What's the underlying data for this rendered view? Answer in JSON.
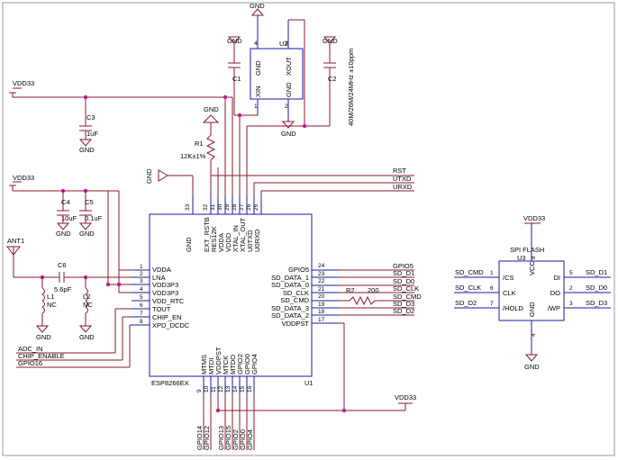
{
  "chip": {
    "name": "ESP8266EX",
    "ref": "U1",
    "left_pins": [
      {
        "num": "1",
        "name": "VDDA"
      },
      {
        "num": "2",
        "name": "LNA"
      },
      {
        "num": "3",
        "name": "VDD3P3"
      },
      {
        "num": "4",
        "name": "VDD3P3"
      },
      {
        "num": "5",
        "name": "VDD_RTC"
      },
      {
        "num": "6",
        "name": "TOUT"
      },
      {
        "num": "7",
        "name": "CHIP_EN"
      },
      {
        "num": "8",
        "name": "XPD_DCDC"
      }
    ],
    "top_pins": [
      {
        "num": "33",
        "name": "GND"
      },
      {
        "num": "32",
        "name": "EXT_RSTB"
      },
      {
        "num": "31",
        "name": "RES12K"
      },
      {
        "num": "30",
        "name": "VDDA"
      },
      {
        "num": "29",
        "name": "VDDD"
      },
      {
        "num": "28",
        "name": "XTAL_IN"
      },
      {
        "num": "27",
        "name": "XTAL_OUT"
      },
      {
        "num": "26",
        "name": "U0TXD"
      },
      {
        "num": "25",
        "name": "U0RXD"
      }
    ],
    "right_pins": [
      {
        "num": "24",
        "name": "GPIO5"
      },
      {
        "num": "23",
        "name": "SD_DATA_1"
      },
      {
        "num": "22",
        "name": "SD_DATA_0"
      },
      {
        "num": "21",
        "name": "SD_CLK"
      },
      {
        "num": "20",
        "name": "SD_CMD"
      },
      {
        "num": "19",
        "name": "SD_DATA_3"
      },
      {
        "num": "18",
        "name": "SD_DATA_2"
      },
      {
        "num": "17",
        "name": "VDDPST"
      }
    ],
    "bottom_pins": [
      {
        "num": "9",
        "name": "MTMS"
      },
      {
        "num": "10",
        "name": "MTDI"
      },
      {
        "num": "11",
        "name": "VDDPST"
      },
      {
        "num": "12",
        "name": "MTCK"
      },
      {
        "num": "13",
        "name": "MTDO"
      },
      {
        "num": "14",
        "name": "GPIO2"
      },
      {
        "num": "15",
        "name": "GPIO0"
      },
      {
        "num": "16",
        "name": "GPIO4"
      }
    ]
  },
  "crystal": {
    "ref": "U2",
    "pins": [
      {
        "num": "4",
        "name": "GND"
      },
      {
        "num": "3",
        "name": "XOUT"
      },
      {
        "num": "1",
        "name": "XIN"
      },
      {
        "num": "2",
        "name": "GND"
      }
    ],
    "spec": "40M/26M/24MHz ±10ppm"
  },
  "flash": {
    "title": "SPI FLASH",
    "ref": "U3",
    "left_pins": [
      {
        "num": "1",
        "name": "/CS",
        "net": "SD_CMD"
      },
      {
        "num": "6",
        "name": "CLK",
        "net": "SD_CLK"
      },
      {
        "num": "7",
        "name": "/HOLD",
        "net": "SD_D2"
      }
    ],
    "right_pins": [
      {
        "num": "5",
        "name": "DI",
        "net": "SD_D1"
      },
      {
        "num": "2",
        "name": "DO",
        "net": "SD_D0"
      },
      {
        "num": "3",
        "name": "/WP",
        "net": "SD_D3"
      }
    ],
    "top_pin": {
      "num": "8",
      "name": "VCC"
    },
    "bottom_pin": {
      "num": "4",
      "name": "GND"
    },
    "vdd": "VDD33",
    "gnd": "GND"
  },
  "components": {
    "c1": {
      "ref": "C1"
    },
    "c2": {
      "ref": "C2"
    },
    "c3": {
      "ref": "C3",
      "value": "1uF"
    },
    "c4": {
      "ref": "C4",
      "value": "10uF"
    },
    "c5": {
      "ref": "C5",
      "value": "0.1uF"
    },
    "c6": {
      "ref": "C6",
      "value": "5.6pF"
    },
    "l1": {
      "ref": "L1",
      "value": "NC"
    },
    "l2": {
      "ref": "L2",
      "value": "NC"
    },
    "r1": {
      "ref": "R1",
      "value": "12K±1%"
    },
    "r2": {
      "ref": "R2",
      "value": "200"
    },
    "ant": {
      "ref": "ANT1"
    }
  },
  "nets": {
    "vdd33": "VDD33",
    "gnd": "GND",
    "rst": "RST",
    "utxd": "UTXD",
    "urxd": "URXD",
    "adc_in": "ADC_IN",
    "chip_enable": "CHIP_ENABLE",
    "gpio16": "GPIO16",
    "right_labels": [
      "GPIO5",
      "SD_D1",
      "SD_D0",
      "SD_CLK",
      "SD_CMD",
      "SD_D3",
      "SD_D2"
    ],
    "bottom_labels": [
      "GPIO14",
      "GPIO12",
      "GPIO13",
      "GPIO15",
      "GPIO2",
      "GPIO0",
      "GPIO4"
    ]
  }
}
